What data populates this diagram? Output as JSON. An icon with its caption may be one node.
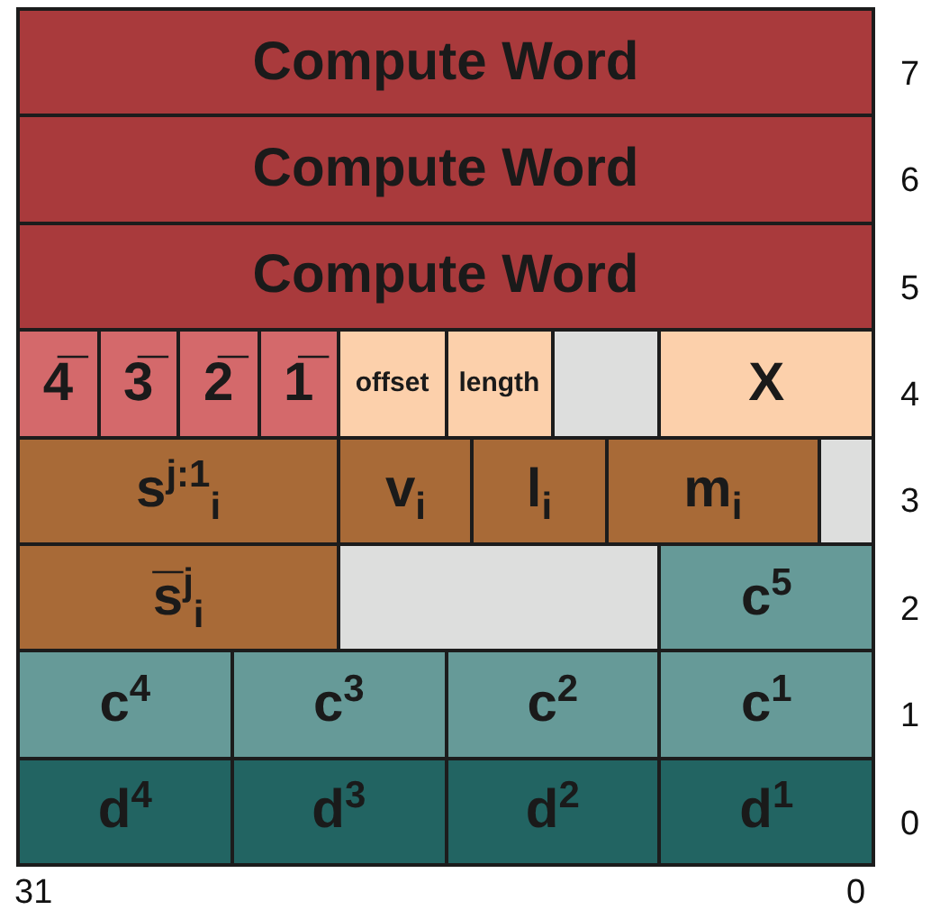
{
  "diagram": {
    "nodes": [
      {
        "text": [
          "Compute Word"
        ]
      },
      {
        "text": [
          "Compute Word"
        ]
      },
      {
        "text": [
          "Compute Word"
        ]
      },
      {
        "text": [
          "4̅"
        ]
      },
      {
        "text": [
          "3̅"
        ]
      },
      {
        "text": [
          "2̅"
        ]
      },
      {
        "text": [
          "1̅"
        ]
      },
      {
        "text": [
          "offset"
        ]
      },
      {
        "text": [
          "length"
        ]
      },
      {
        "text": [],
        "shape": "box"
      },
      {
        "text": [
          "X"
        ]
      },
      {
        "text": [
          "s$^{j:1}$$_{i}$"
        ]
      },
      {
        "text": [
          "v$_{i}$"
        ]
      },
      {
        "text": [
          "l$_{i}$"
        ]
      },
      {
        "text": [
          "m$_{i}$"
        ]
      },
      {
        "text": [],
        "shape": "box"
      },
      {
        "text": [
          "s̅$^{j}$$_{i}$"
        ]
      },
      {
        "text": [],
        "shape": "box"
      },
      {
        "text": [
          "c$^{5}$"
        ]
      },
      {
        "text": [
          "c$^{4}$"
        ]
      },
      {
        "text": [
          "c$^{3}$"
        ]
      },
      {
        "text": [
          "c$^{2}$"
        ]
      },
      {
        "text": [
          "c$^{1}$"
        ]
      },
      {
        "text": [
          "d$^{4}$"
        ]
      },
      {
        "text": [
          "d$^{3}$"
        ]
      },
      {
        "text": [
          "d$^{2}$"
        ]
      },
      {
        "text": [
          "d$^{1}$"
        ]
      }
    ],
    "labels": [
      "7",
      "6",
      "5",
      "4",
      "3",
      "2",
      "1",
      "0",
      "31",
      "0"
    ]
  }
}
